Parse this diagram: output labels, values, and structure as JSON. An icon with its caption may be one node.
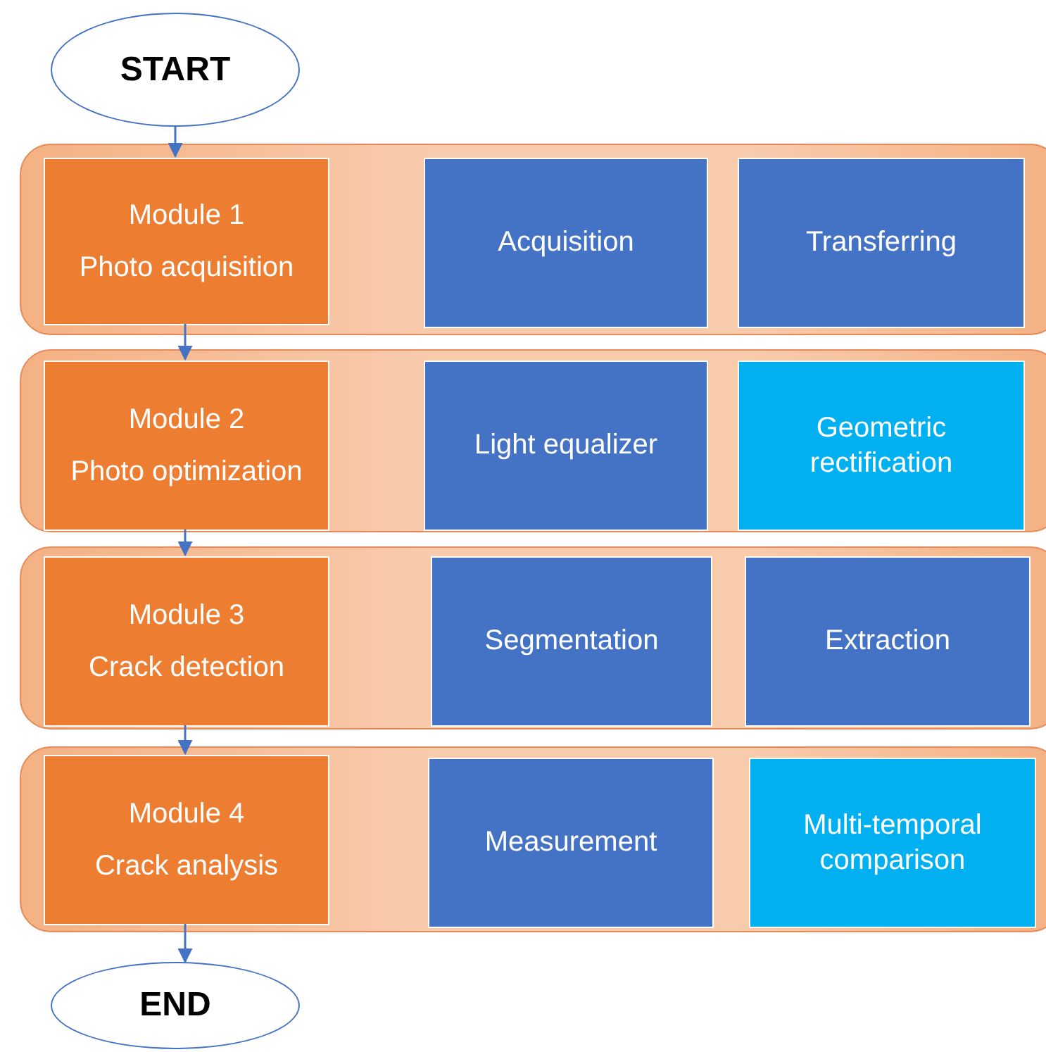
{
  "diagram": {
    "nodes": [
      {
        "text": [
          "START"
        ]
      },
      {
        "text": [],
        "shape": "band"
      },
      {
        "text": [
          "Module 1",
          "Photo acquisition"
        ],
        "in": 1
      },
      {
        "text": [
          "Acquisition"
        ],
        "in": 1
      },
      {
        "text": [
          "Transferring"
        ],
        "in": 1
      },
      {
        "text": [],
        "shape": "band"
      },
      {
        "text": [
          "Module 2",
          "Photo optimization"
        ],
        "in": 5
      },
      {
        "text": [
          "Light equalizer"
        ],
        "in": 5
      },
      {
        "text": [
          "Geometric rectification"
        ],
        "in": 5
      },
      {
        "text": [],
        "shape": "band"
      },
      {
        "text": [
          "Module 3",
          "Crack detection"
        ],
        "in": 9
      },
      {
        "text": [
          "Segmentation"
        ],
        "in": 9
      },
      {
        "text": [
          "Extraction"
        ],
        "in": 9
      },
      {
        "text": [],
        "shape": "band"
      },
      {
        "text": [
          "Module 4",
          "Crack analysis"
        ],
        "in": 13
      },
      {
        "text": [
          "Measurement"
        ],
        "in": 13
      },
      {
        "text": [
          "Multi-temporal comparison"
        ],
        "in": 13
      },
      {
        "text": [
          "END"
        ]
      }
    ],
    "edges": [
      {
        "from": 0,
        "to": 2,
        "arrow": "to"
      },
      {
        "from": 2,
        "to": 6,
        "arrow": "to"
      },
      {
        "from": 6,
        "to": 10,
        "arrow": "to"
      },
      {
        "from": 10,
        "to": 14,
        "arrow": "to"
      },
      {
        "from": 14,
        "to": 17,
        "arrow": "to"
      }
    ]
  }
}
